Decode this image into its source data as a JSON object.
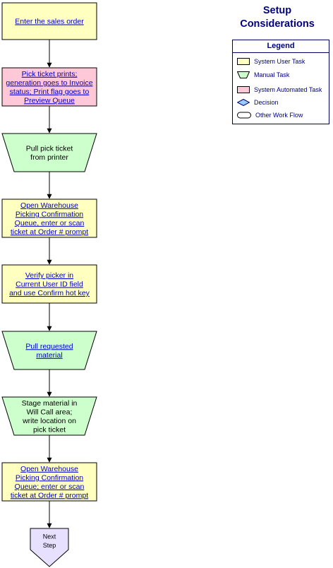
{
  "colors": {
    "user_task": "#ffffc0",
    "manual_task": "#ccffcc",
    "automated_task": "#ffc8d8",
    "decision": "#99ccff",
    "next_step": "#e8e0ff",
    "link": "#0000cc",
    "heading": "#000080"
  },
  "setup": {
    "line1": "Setup",
    "line2": "Considerations"
  },
  "legend": {
    "title": "Legend",
    "items": [
      {
        "label": "System User Task",
        "icon": "yellow-rectangle-icon"
      },
      {
        "label": "Manual Task",
        "icon": "green-trapezoid-icon"
      },
      {
        "label": "System Automated Task",
        "icon": "pink-rectangle-icon"
      },
      {
        "label": "Decision",
        "icon": "blue-diamond-icon"
      },
      {
        "label": "Other Work Flow",
        "icon": "oval-icon"
      }
    ]
  },
  "nodes": [
    {
      "id": "enter-sales-order",
      "type": "user_task",
      "link": true,
      "lines": [
        "Enter the sales order"
      ]
    },
    {
      "id": "pick-ticket-prints",
      "type": "automated_task",
      "link": true,
      "lines": [
        "Pick ticket prints;",
        "generation goes to Invoice",
        "status; Print flag goes to",
        "Preview Queue"
      ]
    },
    {
      "id": "pull-pick-ticket",
      "type": "manual_task",
      "link": false,
      "lines": [
        "Pull pick ticket",
        "from printer"
      ]
    },
    {
      "id": "open-warehouse-1",
      "type": "user_task",
      "link": true,
      "lines": [
        "Open Warehouse",
        "Picking Confirmation",
        "Queue, enter or scan",
        "ticket at Order # prompt"
      ]
    },
    {
      "id": "verify-picker",
      "type": "user_task",
      "link": true,
      "lines": [
        "Verify picker in",
        "Current User ID field",
        "and use Confirm hot key"
      ]
    },
    {
      "id": "pull-material",
      "type": "manual_task",
      "link": true,
      "lines": [
        "Pull requested",
        "material"
      ]
    },
    {
      "id": "stage-material",
      "type": "manual_task",
      "link": false,
      "lines": [
        "Stage material in",
        "Will Call area;",
        "write location on",
        "pick ticket"
      ]
    },
    {
      "id": "open-warehouse-2",
      "type": "user_task",
      "link": true,
      "lines": [
        "Open Warehouse",
        "Picking Confirmation",
        "Queue; enter or scan",
        "ticket at Order # prompt"
      ]
    },
    {
      "id": "next-step",
      "type": "next_step",
      "link": false,
      "lines": [
        "Next",
        "Step"
      ]
    }
  ]
}
